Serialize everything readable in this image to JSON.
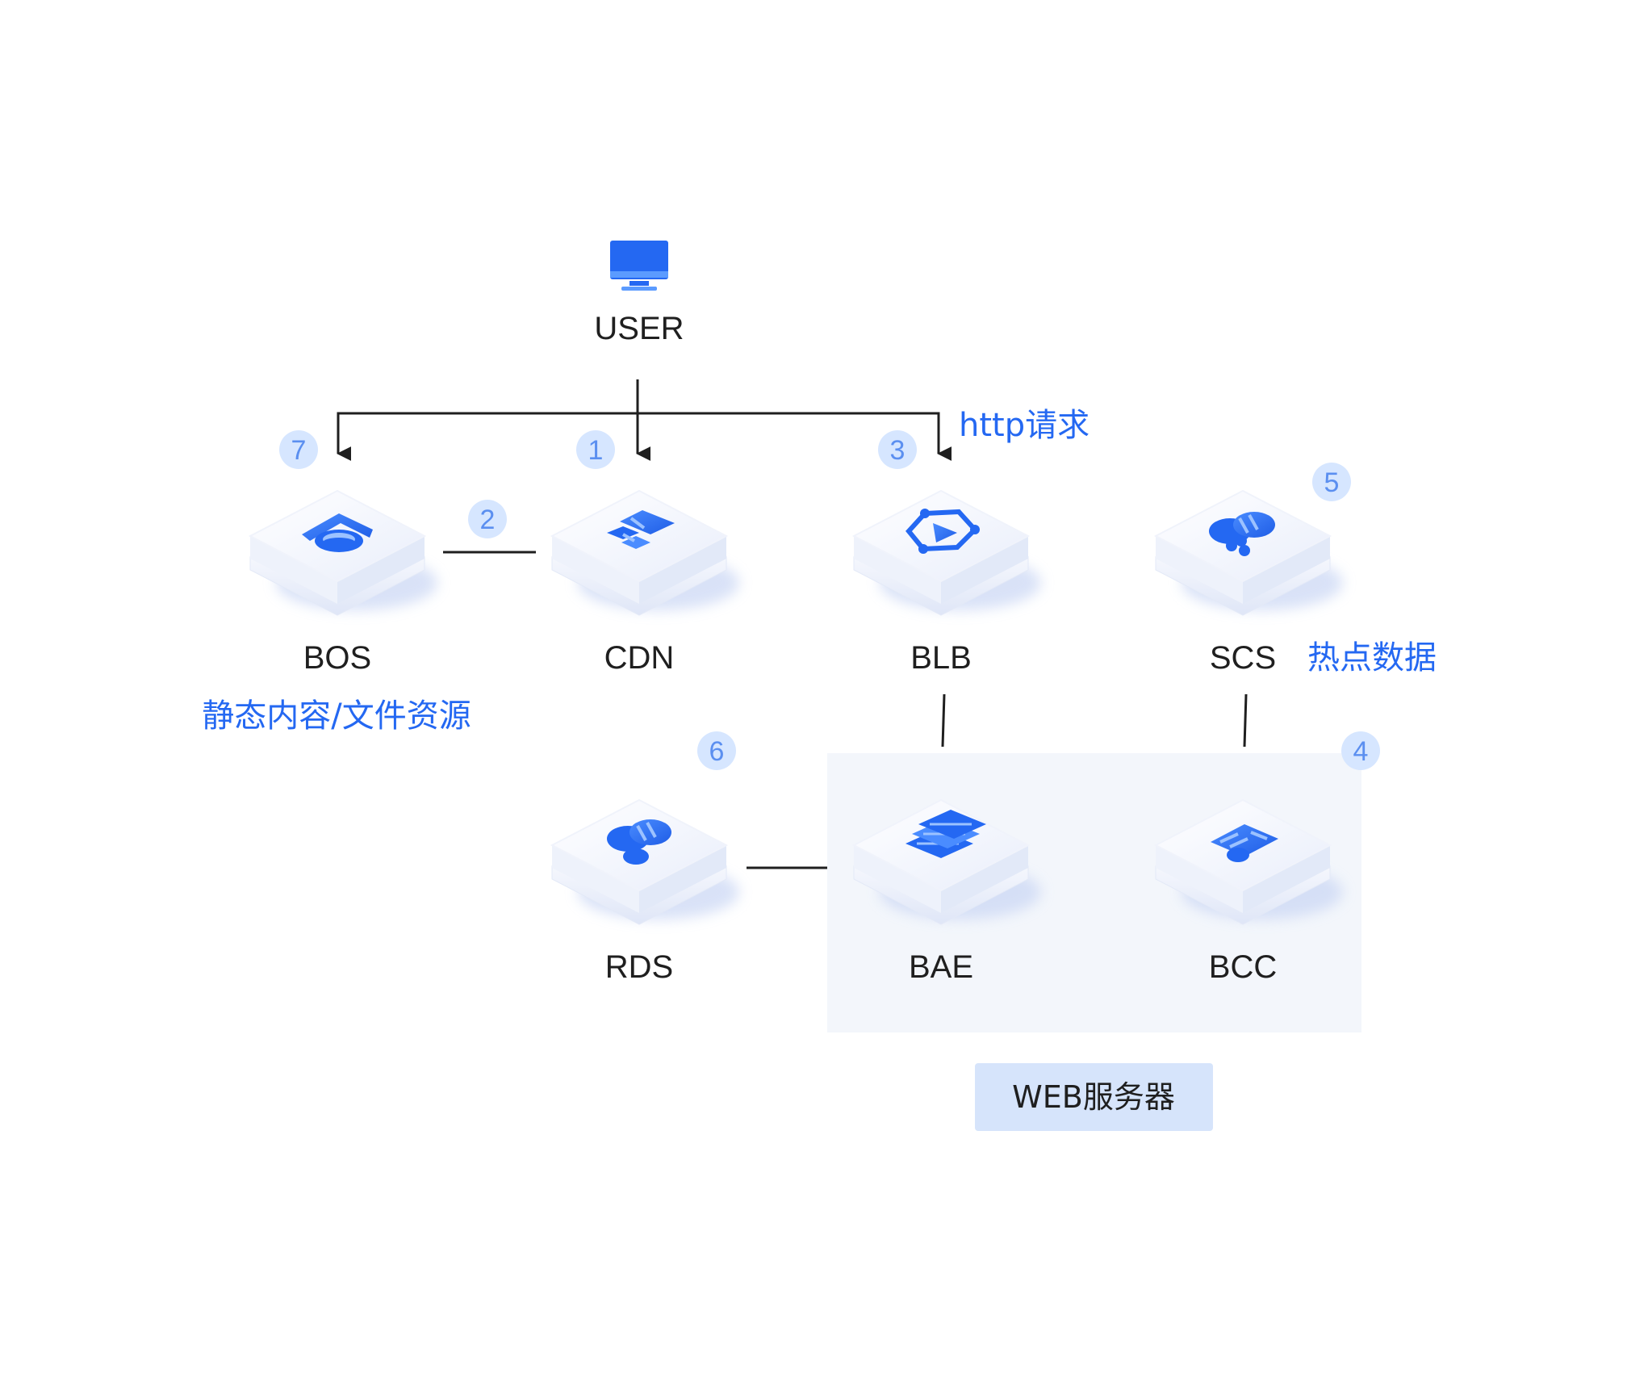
{
  "user": {
    "label": "USER"
  },
  "annotations": {
    "http_request": "http请求",
    "static_content": "静态内容/文件资源",
    "hot_data": "热点数据"
  },
  "nodes": {
    "bos": {
      "label": "BOS",
      "step": "7",
      "icon": "object-storage-icon"
    },
    "cdn": {
      "label": "CDN",
      "step": "1",
      "icon": "cdn-network-icon"
    },
    "blb": {
      "label": "BLB",
      "step": "3",
      "icon": "load-balancer-icon"
    },
    "scs": {
      "label": "SCS",
      "step": "5",
      "icon": "cache-database-icon"
    },
    "rds": {
      "label": "RDS",
      "step": "6",
      "icon": "relational-database-icon"
    },
    "bae": {
      "label": "BAE",
      "icon": "app-engine-icon"
    },
    "bcc": {
      "label": "BCC",
      "icon": "cloud-compute-icon"
    }
  },
  "link_steps": {
    "bos_cdn": "2",
    "web_group": "4"
  },
  "web_group": {
    "label": "WEB服务器"
  },
  "colors": {
    "accent": "#2468f2",
    "badge_fill": "#d6e6ff",
    "group_fill": "#f3f6fb",
    "group_label_fill": "#d6e4fb",
    "line": "#1f1f1f"
  }
}
